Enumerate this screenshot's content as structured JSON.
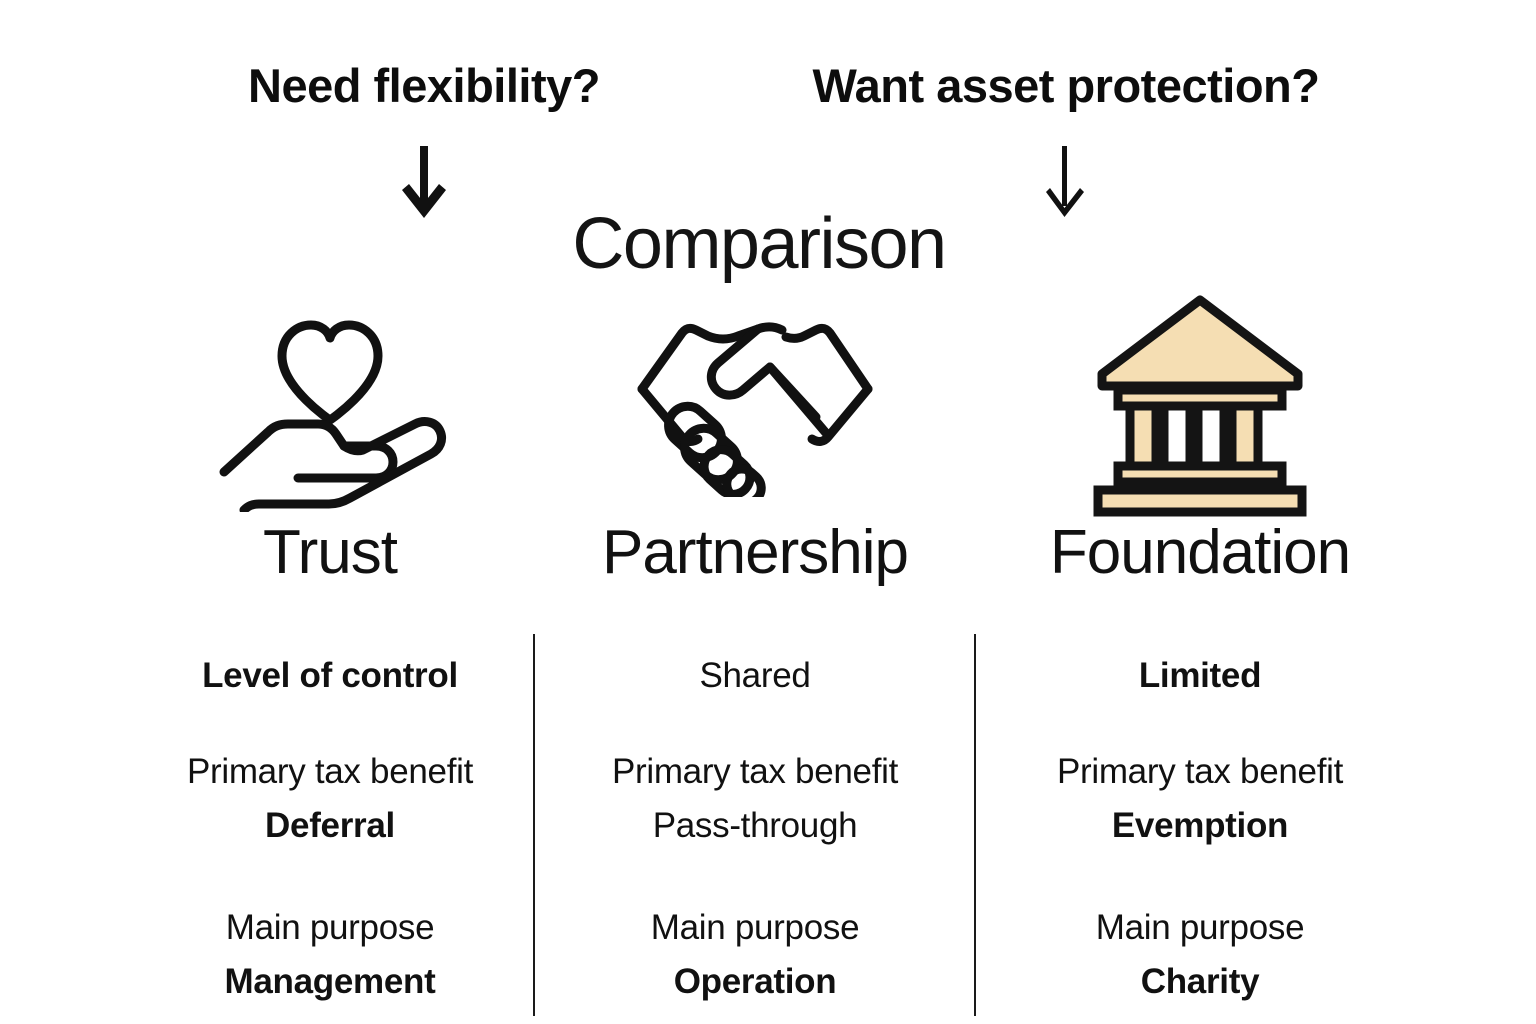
{
  "title": "Comparison",
  "questions": [
    {
      "text": "Need flexibility?",
      "arrow": "arrow-down-icon"
    },
    {
      "text": "Want asset protection?",
      "arrow": "arrow-down-icon"
    }
  ],
  "colors": {
    "ink": "#111111",
    "accent_tan": "#F5DEB3",
    "background": "#FFFFFF"
  },
  "columns": [
    {
      "name": "Trust",
      "icon": "heart-in-hand-icon",
      "rows": [
        {
          "label": "Level of control",
          "label_weight": "bold",
          "value": "",
          "value_weight": ""
        },
        {
          "label": "Primary tax benefit",
          "label_weight": "regular",
          "value": "Deferral",
          "value_weight": "bold"
        },
        {
          "label": "Main purpose",
          "label_weight": "regular",
          "value": "Management",
          "value_weight": "bold"
        }
      ]
    },
    {
      "name": "Partnership",
      "icon": "handshake-icon",
      "rows": [
        {
          "label": "Shared",
          "label_weight": "regular",
          "value": "",
          "value_weight": ""
        },
        {
          "label": "Primary tax benefit",
          "label_weight": "regular",
          "value": "Pass-through",
          "value_weight": "regular"
        },
        {
          "label": "Main purpose",
          "label_weight": "regular",
          "value": "Operation",
          "value_weight": "bold"
        }
      ]
    },
    {
      "name": "Foundation",
      "icon": "bank-building-icon",
      "rows": [
        {
          "label": "Limited",
          "label_weight": "bold",
          "value": "",
          "value_weight": ""
        },
        {
          "label": "Primary tax benefit",
          "label_weight": "regular",
          "value": "Evemption",
          "value_weight": "bold"
        },
        {
          "label": "Main purpose",
          "label_weight": "regular",
          "value": "Charity",
          "value_weight": "bold"
        }
      ]
    }
  ]
}
